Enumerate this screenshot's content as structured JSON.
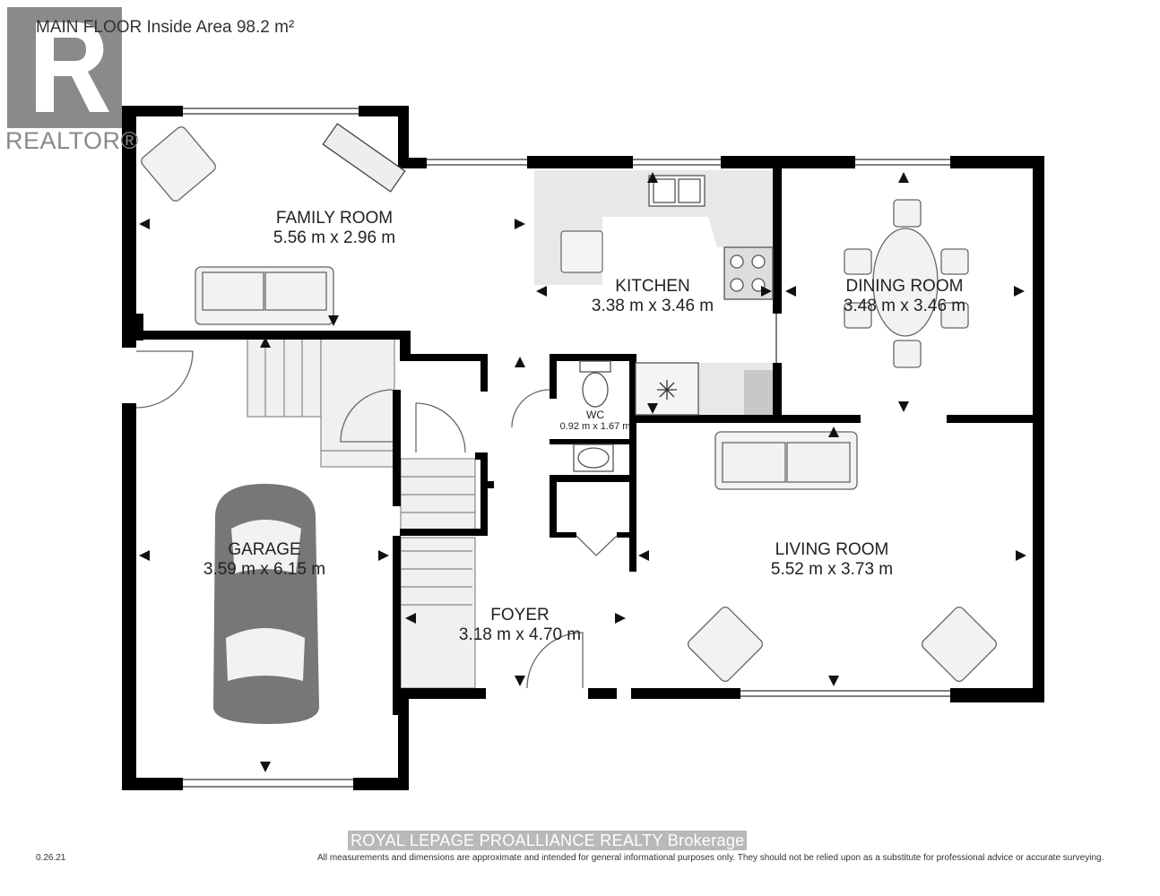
{
  "header": {
    "title": "MAIN FLOOR Inside Area 98.2 m²"
  },
  "logo": {
    "text": "REALTOR®",
    "color": "#8a8a8a"
  },
  "rooms": [
    {
      "id": "family-room",
      "name": "FAMILY ROOM",
      "dims": "5.56 m x 2.96 m"
    },
    {
      "id": "kitchen",
      "name": "KITCHEN",
      "dims": "3.38 m x 3.46 m"
    },
    {
      "id": "dining-room",
      "name": "DINING ROOM",
      "dims": "3.48 m x 3.46 m"
    },
    {
      "id": "wc",
      "name": "WC",
      "dims": "0.92 m x 1.67 m"
    },
    {
      "id": "garage",
      "name": "GARAGE",
      "dims": "3.59 m x 6.15 m"
    },
    {
      "id": "living-room",
      "name": "LIVING ROOM",
      "dims": "5.52 m x 3.73 m"
    },
    {
      "id": "foyer",
      "name": "FOYER",
      "dims": "3.18 m x 4.70 m"
    }
  ],
  "footer": {
    "code": "0.26.21",
    "watermark": "ROYAL LEPAGE PROALLIANCE REALTY  Brokerage",
    "disclaimer": "All measurements and dimensions are approximate and intended for general informational purposes only. They should not be relied upon as a substitute for professional advice or accurate surveying."
  },
  "colors": {
    "wall": "#000000",
    "fixture_fill": "#efefef",
    "fixture_stroke": "#555555",
    "car": "#777777",
    "logo": "#8a8a8a"
  }
}
